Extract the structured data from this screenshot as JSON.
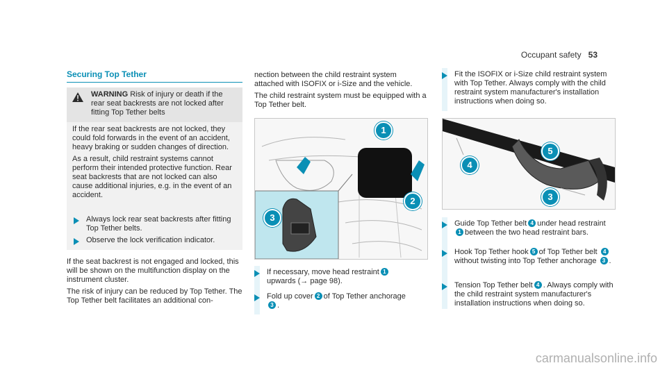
{
  "header": {
    "section": "Occupant safety",
    "page_number": "53"
  },
  "title": "Securing Top Tether",
  "warning": {
    "label": "WARNING",
    "headline": "Risk of injury or death if the rear seat backrests are not locked after fitting Top Tether belts",
    "para1": "If the rear seat backrests are not locked, they could fold forwards in the event of an accident, heavy braking or sudden changes of direction.",
    "para2": "As a result, child restraint systems cannot perform their intended protective function. Rear seat backrests that are not locked can also cause additional injuries, e.g. in the event of an accident.",
    "bullet1": "Always lock rear seat backrests after fitting Top Tether belts.",
    "bullet2": "Observe the lock verification indicator."
  },
  "col1": {
    "para1": "If the seat backrest is not engaged and locked, this will be shown on the multifunction display on the instrument cluster.",
    "para2": "The risk of injury can be reduced by Top Tether. The Top Tether belt facilitates an additional con-"
  },
  "col2": {
    "para1": "nection between the child restraint system attached with ISOFIX or i-Size and the vehicle.",
    "para2": "The child restraint system must be equipped with a Top Tether belt.",
    "step1_pre": "If necessary, move head restraint",
    "step1_num": "1",
    "step1_post": "upwards (→ page 98).",
    "step2_pre": "Fold up cover",
    "step2_num": "2",
    "step2_mid": "of Top Tether anchorage",
    "step2_num2": "3",
    "step2_post": "."
  },
  "col3": {
    "intro": "Fit the ISOFIX or i-Size child restraint system with Top Tether. Always comply with the child restraint system manufacturer's installation instructions when doing so.",
    "stepA_pre": "Guide Top Tether belt",
    "stepA_n1": "4",
    "stepA_mid": "under head restraint",
    "stepA_n2": "1",
    "stepA_post": "between the two head restraint bars.",
    "stepB_pre": "Hook Top Tether hook",
    "stepB_n1": "5",
    "stepB_mid": "of Top Tether belt",
    "stepB_n2": "4",
    "stepB_mid2": "without twisting into Top Tether anchorage",
    "stepB_n3": "3",
    "stepB_post": ".",
    "stepC_pre": "Tension Top Tether belt",
    "stepC_n1": "4",
    "stepC_post": ". Always comply with the child restraint system manufacturer's installation instructions when doing so."
  },
  "figure1": {
    "callouts": [
      "1",
      "2",
      "3"
    ]
  },
  "figure2": {
    "callouts": [
      "5",
      "4",
      "3"
    ]
  },
  "watermark": "carmanualsonline.info",
  "colors": {
    "accent": "#0a8fb5",
    "inset": "#bfe6ee"
  }
}
